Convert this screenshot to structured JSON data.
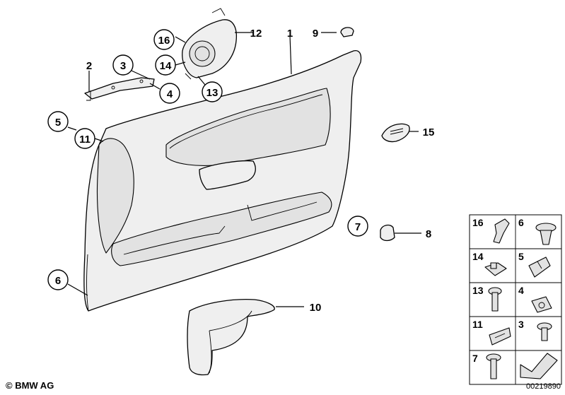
{
  "callouts": {
    "c1": "1",
    "c2": "2",
    "c3": "3",
    "c4": "4",
    "c5": "5",
    "c6": "6",
    "c7": "7",
    "c8": "8",
    "c9": "9",
    "c10": "10",
    "c11": "11",
    "c12": "12",
    "c13": "13",
    "c14": "14",
    "c15": "15",
    "c16": "16"
  },
  "legend": {
    "cells": [
      "16",
      "6",
      "14",
      "5",
      "13",
      "4",
      "11",
      "3",
      "7"
    ]
  },
  "footer": {
    "copyright": "© BMW AG",
    "diagram_number": "00219890"
  }
}
